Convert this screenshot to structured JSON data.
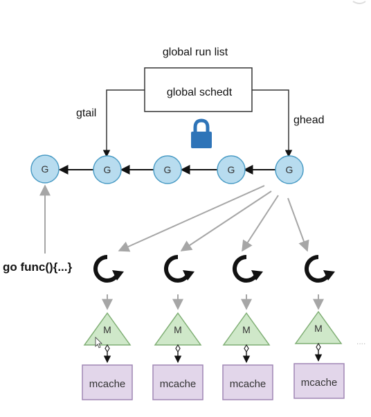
{
  "labels": {
    "global_run_list": "global run list",
    "global_schedt": "global schedt",
    "gtail": "gtail",
    "ghead": "ghead",
    "go_func": "go func(){...}",
    "ellipsis": "....",
    "g_node": "G",
    "m_node": "M",
    "mcache": "mcache"
  },
  "icons": {
    "lock": "lock-icon",
    "cycle": "refresh-cycle-icon"
  },
  "colors": {
    "g_fill": "#b8dcef",
    "g_stroke": "#4b9cc5",
    "m_fill": "#cfe8c9",
    "m_stroke": "#7fae74",
    "mcache_fill": "#e2d6ea",
    "mcache_stroke": "#9f86b4",
    "lock": "#2e74b8",
    "gray_arrow": "#a6a6a6",
    "black": "#111111"
  }
}
